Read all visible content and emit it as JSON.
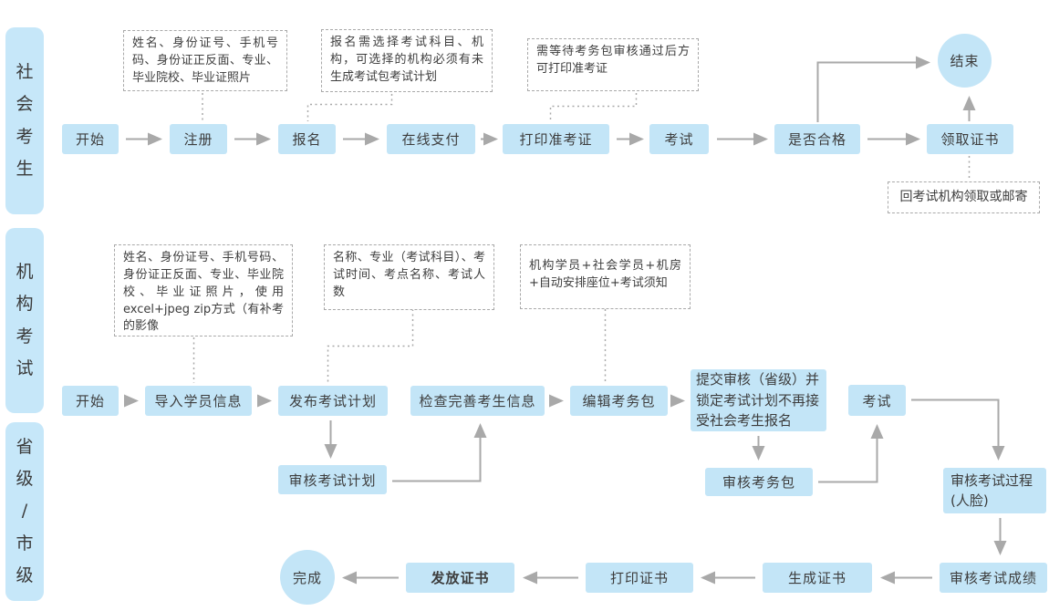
{
  "colors": {
    "node_fill": "#c3e5f7",
    "lane_fill": "#c6e7f9",
    "arrow": "#a9a9a9",
    "text": "#3d3d3d",
    "note_border": "#a9a9a9",
    "background": "#ffffff"
  },
  "lanes": {
    "social": "社\n会\n考\n生",
    "org": "机\n构\n考\n试",
    "gov": "省\n级\n/\n市\n级"
  },
  "social": {
    "start": "开始",
    "register": "注册",
    "signup": "报名",
    "pay": "在线支付",
    "print_ticket": "打印准考证",
    "exam": "考试",
    "pass_check": "是否合格",
    "get_cert": "领取证书",
    "end": "结束",
    "note_register": "姓名、身份证号、手机号码、身份证正反面、专业、毕业院校、毕业证照片",
    "note_signup": "报名需选择考试科目、机构，可选择的机构必须有未生成考试包考试计划",
    "note_print": "需等待考务包审核通过后方可打印准考证",
    "note_cert": "回考试机构领取或邮寄"
  },
  "org": {
    "start": "开始",
    "import_students": "导入学员信息",
    "publish_plan": "发布考试计划",
    "check_info": "检查完善考生信息",
    "edit_pack": "编辑考务包",
    "submit_review": "提交审核（省级）并锁定考试计划不再接受社会考生报名",
    "exam": "考试",
    "note_import": "姓名、身份证号、手机号码、身份证正反面、专业、毕业院校、毕业证照片，使用excel+jpeg zip方式（有补考的影像",
    "note_publish": "名称、专业（考试科目）、考试时间、考点名称、考试人数",
    "note_pack": "机构学员+社会学员+机房+自动安排座位+考试须知"
  },
  "gov": {
    "review_plan": "审核考试计划",
    "review_pack": "审核考务包",
    "review_process": "审核考试过程(人脸)",
    "review_score": "审核考试成绩",
    "generate_cert": "生成证书",
    "print_cert": "打印证书",
    "issue_cert": "发放证书",
    "done": "完成"
  }
}
